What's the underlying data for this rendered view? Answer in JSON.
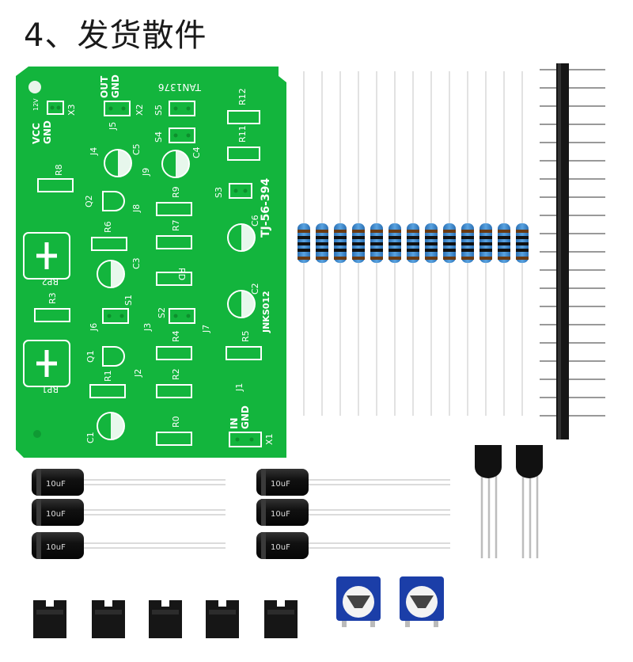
{
  "title": "4、发货散件",
  "pcb": {
    "color": "#13b53d",
    "top_label": "TAN1376",
    "board_name": "TJ-56-394",
    "maker": "JNKS012",
    "labels": {
      "v12": "12V",
      "vcc": "VCC",
      "gnd": "GND",
      "x3": "X3",
      "out": "OUT",
      "gnd2": "GND",
      "x2": "X2",
      "j5": "J5",
      "r12": "R12",
      "r11": "R11",
      "r8": "R8",
      "r9": "R9",
      "r7": "R7",
      "r6": "R6",
      "r3": "R3",
      "r4": "R4",
      "r5": "R5",
      "r2": "R2",
      "r1": "R1",
      "r0": "R0",
      "rd": "RD",
      "c1": "C1",
      "c2": "C2",
      "c3": "C3",
      "c4": "C4",
      "c5": "C5",
      "c6": "C6",
      "s1": "S1",
      "s2": "S2",
      "s3": "S3",
      "s4": "S4",
      "s5": "S5",
      "q1": "Q1",
      "q2": "Q2",
      "j1": "J1",
      "j2": "J2",
      "j3": "J3",
      "j4": "J4",
      "j6": "J6",
      "j7": "J7",
      "j8": "J8",
      "j9": "J9",
      "rp1": "RP1",
      "rp2": "RP2",
      "in": "IN",
      "gnd3": "GND",
      "x1": "X1"
    }
  },
  "capacitor_label": "10uF"
}
